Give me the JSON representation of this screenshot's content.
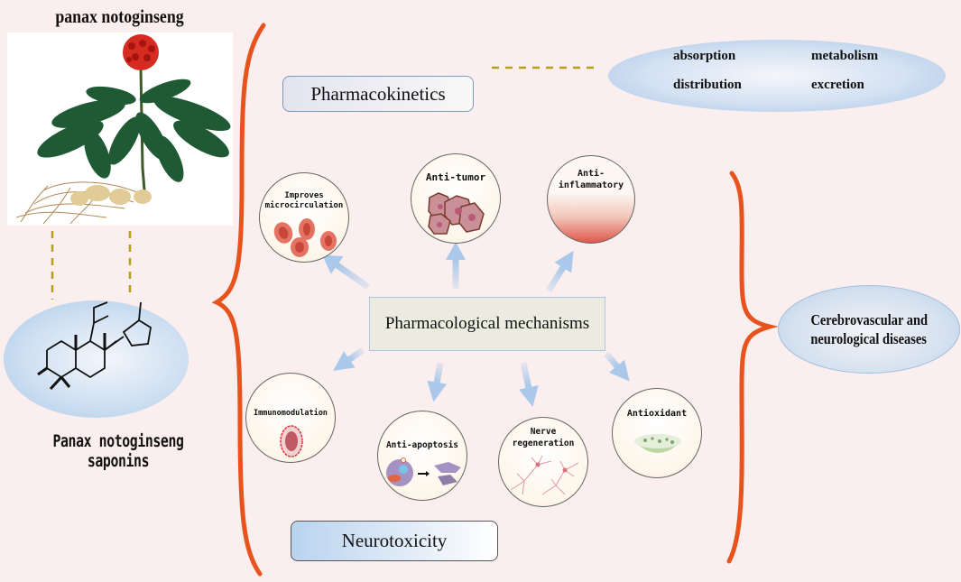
{
  "plant": {
    "title": "panax notoginseng",
    "image": "panax-notoginseng-plant-illustration"
  },
  "compound": {
    "label": "Panax notoginseng saponins",
    "image": "steroid-saponin-structure"
  },
  "pharmacokinetics": {
    "label": "Pharmacokinetics",
    "items": [
      "absorption",
      "metabolism",
      "distribution",
      "excretion"
    ]
  },
  "mechanisms": {
    "label": "Pharmacological mechanisms",
    "effects": [
      {
        "label": "Improves microcirculation",
        "line1": "Improves",
        "line2": "microcirculation",
        "icon": "red-blood-cells-icon"
      },
      {
        "label": "Anti-tumor",
        "line1": "Anti-tumor",
        "line2": "",
        "icon": "tumor-cells-icon"
      },
      {
        "label": "Anti-inflammatory",
        "line1": "Anti-",
        "line2": "inflammatory",
        "icon": "inflammation-gradient-icon"
      },
      {
        "label": "Immunomodulation",
        "line1": "Immunomodulation",
        "line2": "",
        "icon": "immune-cell-icon"
      },
      {
        "label": "Anti-apoptosis",
        "line1": "Anti-apoptosis",
        "line2": "",
        "icon": "apoptosis-cell-icon"
      },
      {
        "label": "Nerve regeneration",
        "line1": "Nerve",
        "line2": "regeneration",
        "icon": "neuron-icon"
      },
      {
        "label": "Antioxidant",
        "line1": "Antioxidant",
        "line2": "",
        "icon": "antioxidant-bowl-icon"
      }
    ]
  },
  "neurotoxicity": {
    "label": "Neurotoxicity"
  },
  "outcome": {
    "line1": "Cerebrovascular and",
    "line2": "neurological diseases"
  },
  "colors": {
    "background": "#fbeeee",
    "brace": "#e8521c",
    "arrow": "#a9c8ea",
    "dashed_connector": "#b5a017",
    "ellipse_blue": "#a9c8e8"
  }
}
